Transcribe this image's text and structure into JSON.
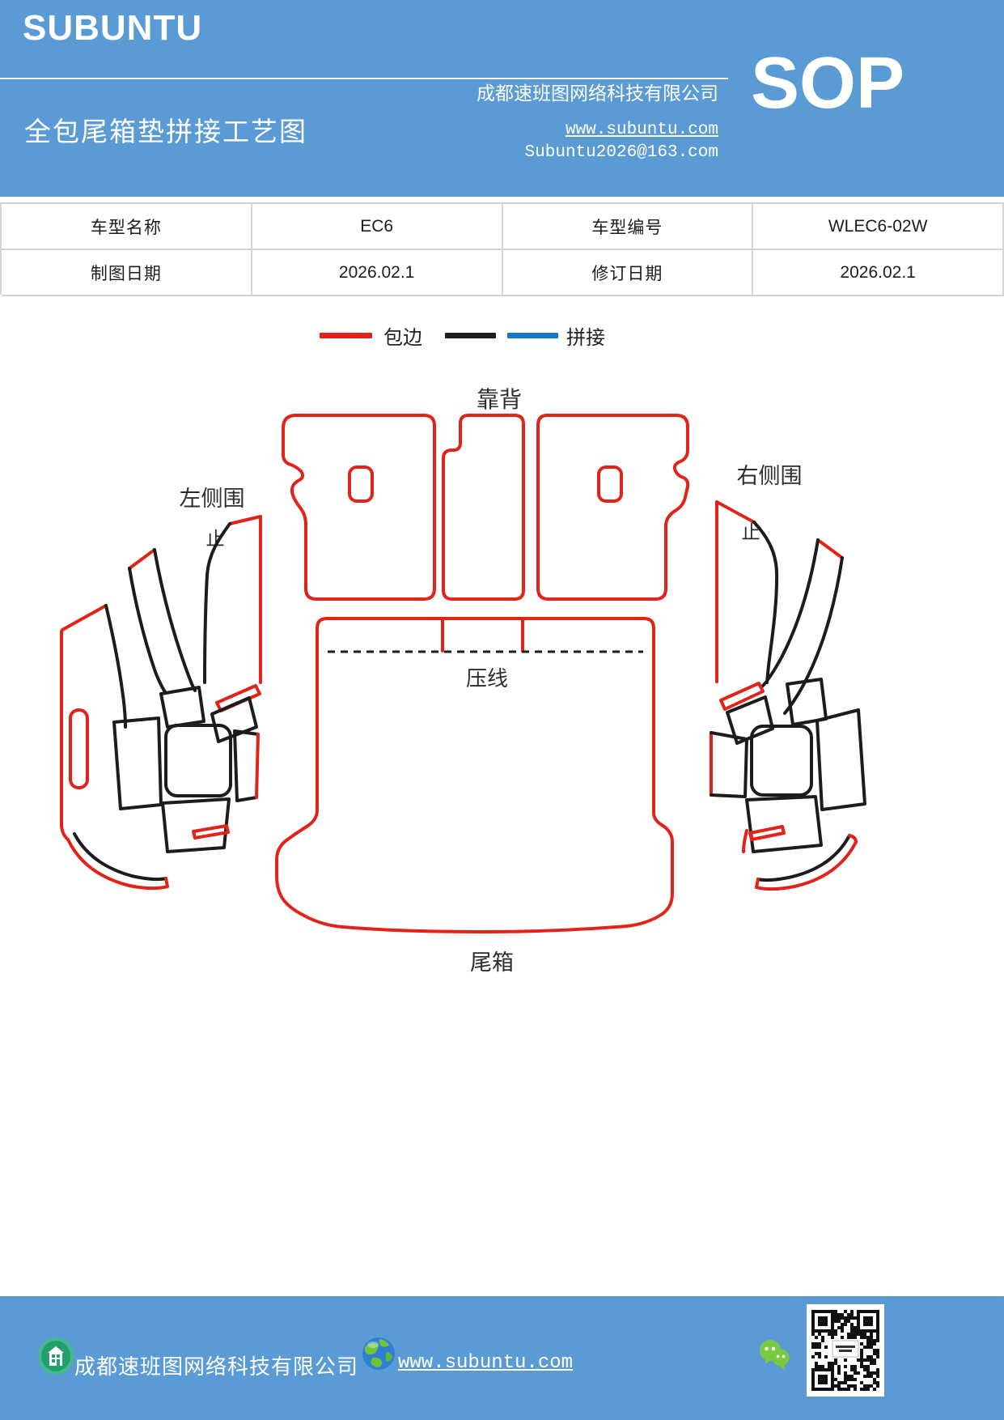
{
  "header": {
    "logo": "SUBUNTU",
    "company": "成都速班图网络科技有限公司",
    "title": "全包尾箱垫拼接工艺图",
    "website": "www.subuntu.com",
    "email": "Subuntu2026@163.com",
    "badge": "SOP"
  },
  "info_table": {
    "rows": [
      [
        "车型名称",
        "EC6",
        "车型编号",
        "WLEC6-02W"
      ],
      [
        "制图日期",
        "2026.02.1",
        "修订日期",
        "2026.02.1"
      ]
    ]
  },
  "legend": {
    "edge_label": "包边",
    "splice_label": "拼接",
    "edge_color": "#e2231a",
    "splice_black": "#1c1c1c",
    "splice_blue": "#1577c8"
  },
  "diagram": {
    "labels": {
      "backrest": "靠背",
      "left_side": "左侧围",
      "right_side": "右侧围",
      "stop_left": "止",
      "stop_right": "止",
      "press_line": "压线",
      "trunk": "尾箱"
    },
    "colors": {
      "edge_wrap": "#e2231a",
      "splice_line": "#1c1c1c",
      "header_blue": "#5b9bd5"
    }
  },
  "footer": {
    "company": "成都速班图网络科技有限公司",
    "website": "www.subuntu.com"
  }
}
